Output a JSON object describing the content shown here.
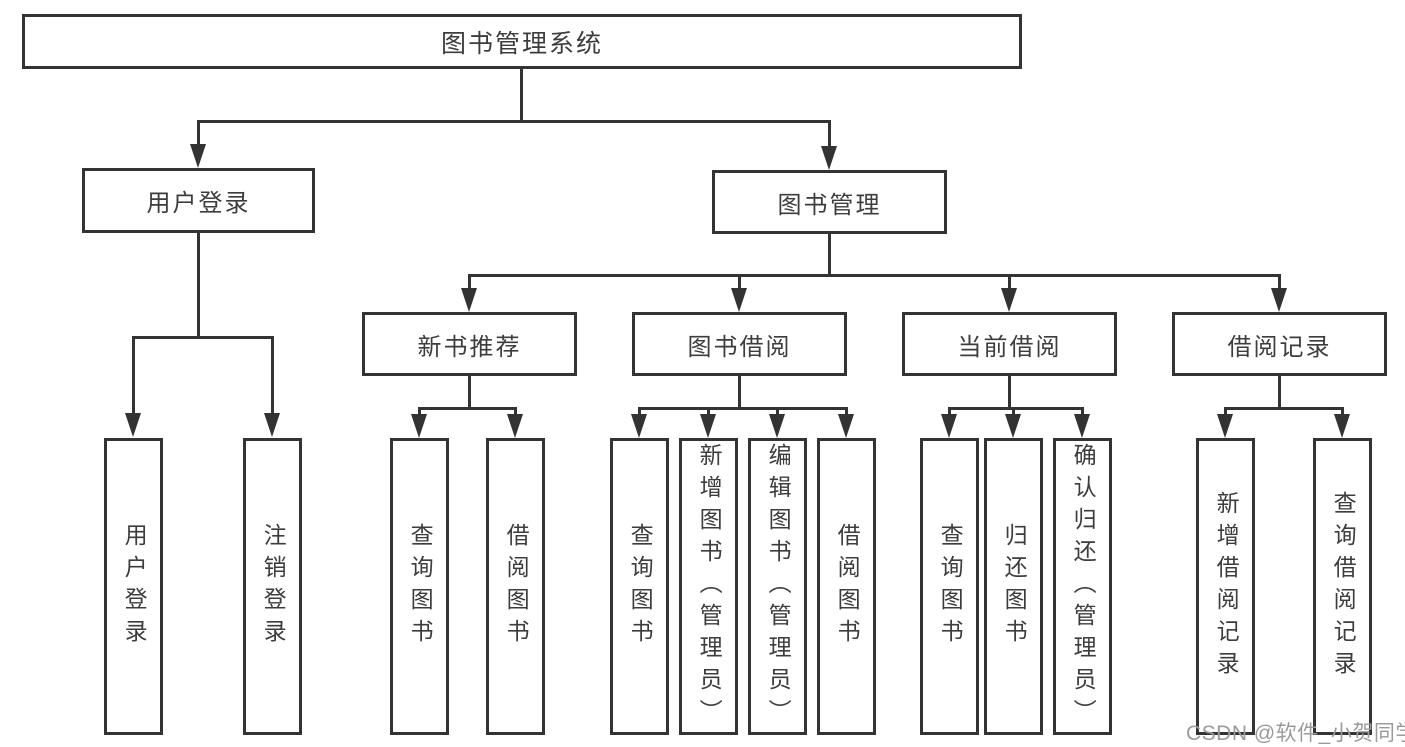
{
  "diagram_title": "图书管理系统",
  "level2": [
    "用户登录",
    "图书管理"
  ],
  "level3": [
    "新书推荐",
    "图书借阅",
    "当前借阅",
    "借阅记录"
  ],
  "leaves": {
    "user_login": [
      "用户登录",
      "注销登录"
    ],
    "new_book_recommend": [
      "查询图书",
      "借阅图书"
    ],
    "book_borrow": [
      "查询图书",
      "新增图书（管理员）",
      "编辑图书（管理员）",
      "借阅图书"
    ],
    "current_borrow": [
      "查询图书",
      "归还图书",
      "确认归还（管理员）"
    ],
    "borrow_records": [
      "新增借阅记录",
      "查询借阅记录"
    ]
  },
  "watermark": "CSDN @软件_小贺同学",
  "colors": {
    "line": "#333333",
    "box_fill": "#ffffff",
    "text": "#3d3d3d",
    "watermark": "#9b9b9b",
    "background": "#ffffff"
  }
}
